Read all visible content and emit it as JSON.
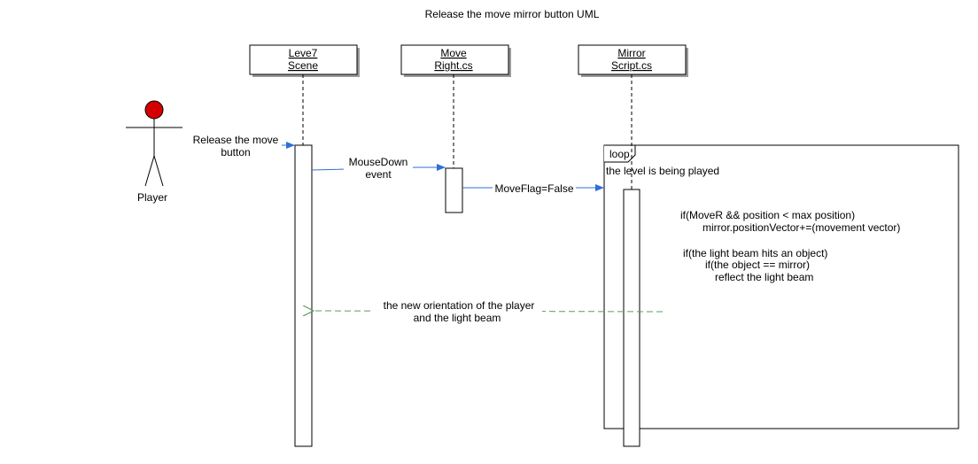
{
  "title": "Release the move mirror button UML",
  "actor": {
    "name": "Player",
    "head_color": "#d40000"
  },
  "lifelines": [
    {
      "line1": "Leve7",
      "line2": "Scene"
    },
    {
      "line1": "Move",
      "line2": "Right.cs"
    },
    {
      "line1": "Mirror",
      "line2": "Script.cs"
    }
  ],
  "messages": {
    "release": {
      "line1": "Release the move",
      "line2": "button"
    },
    "mousedown": {
      "line1": "MouseDown",
      "line2": "event"
    },
    "moveflag": "MoveFlag=False",
    "return": {
      "line1": "the new orientation of the player",
      "line2": "and the light beam"
    }
  },
  "loop": {
    "label": "loop",
    "guard": "the level is being played",
    "code": [
      "if(MoveR && position < max position)",
      "mirror.positionVector+=(movement vector)",
      "if(the light beam hits an object)",
      "if(the object == mirror)",
      "reflect the light beam"
    ]
  },
  "colors": {
    "message_arrow": "#2f6fd6",
    "return_arrow": "#5f9a5f"
  }
}
